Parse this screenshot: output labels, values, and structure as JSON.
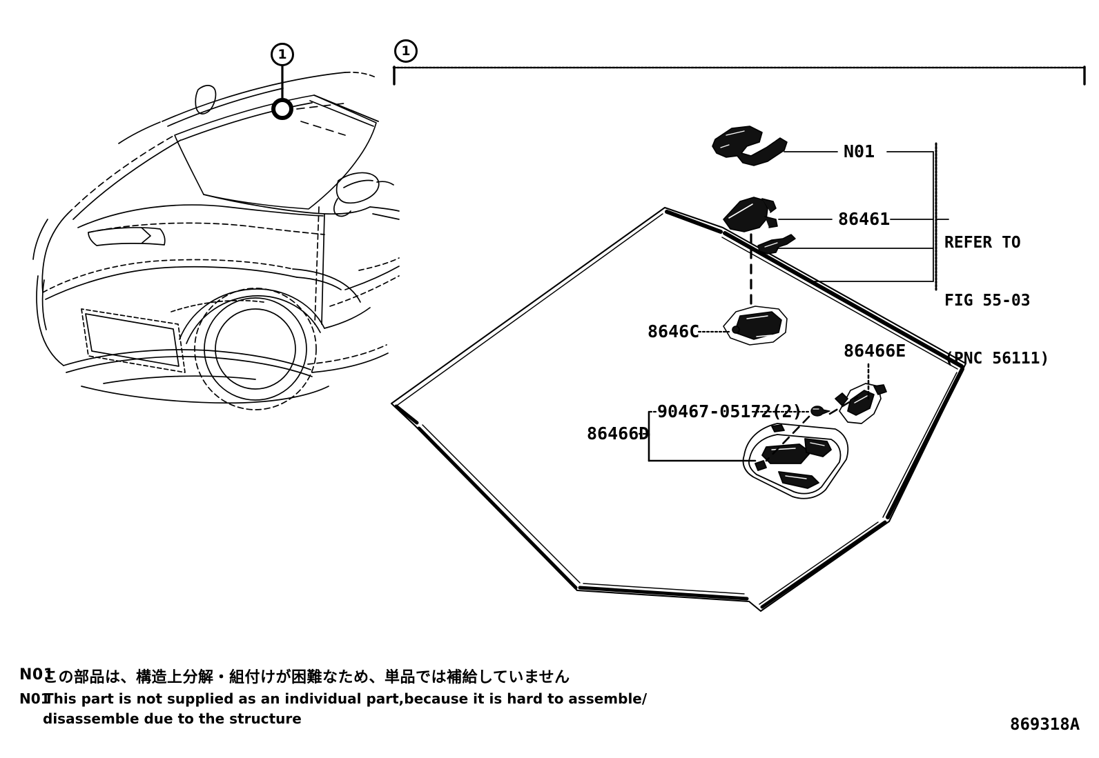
{
  "figure": {
    "code": "869318A",
    "callout_number": "1"
  },
  "vehicle_view": {
    "name": "front-three-quarter-sedan-outline",
    "callout_number": "1"
  },
  "labels": {
    "n01": "N01",
    "p86461": "86461",
    "p8646c": "8646C",
    "p86466e": "86466E",
    "p86466d": "86466D",
    "p90467": "90467-05172(2)"
  },
  "refer": {
    "line1": "REFER TO",
    "line2": "FIG 55-03",
    "line3": "(PNC 56111)"
  },
  "notes": [
    {
      "tag": "N01",
      "text": "この部品は、構造上分解・組付けが困難なため、単品では補給していません"
    },
    {
      "tag": "N01",
      "text": "This part is not supplied as an individual part,because it is hard to assemble/"
    },
    {
      "tag": "",
      "text": "disassemble due to the structure"
    }
  ],
  "colors": {
    "ink": "#000000",
    "paper": "#ffffff"
  }
}
